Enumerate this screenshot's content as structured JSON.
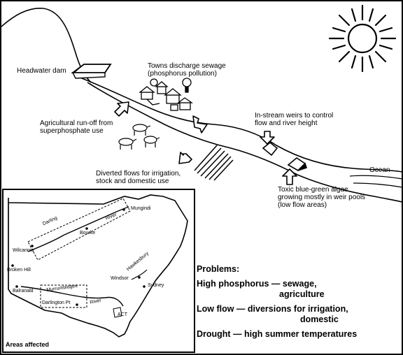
{
  "labels": {
    "headwater_dam": "Headwater dam",
    "towns_sewage": [
      "Towns discharge sewage",
      "(phosphorus pollution)"
    ],
    "agricultural_runoff": [
      "Agricultural run-off from",
      "superphosphate use"
    ],
    "instream_weirs": [
      "In-stream weirs to control",
      "flow and river height"
    ],
    "diverted_flows": [
      "Diverted flows for irrigation,",
      "stock and domestic use"
    ],
    "ocean": "Ocean",
    "toxic_algae": [
      "Toxic blue-green algae",
      "growing mostly in weir pools",
      "(low flow areas)"
    ]
  },
  "map": {
    "caption": "Areas affected",
    "places": {
      "mungindi": "Mungindi",
      "darling": "Darling",
      "river_top": "River",
      "bourke": "Bourke",
      "wilcannia": "Wilcannia",
      "broken_hill": "Broken Hill",
      "windsor": "Windsor",
      "hawkesbury": "Hawkesbury",
      "sydney": "Sydney",
      "balranald": "Balranald",
      "murrumbidgee": "Murrumbidgee",
      "darlington_pt": "Darlington Pt",
      "river_bottom": "River",
      "act": "ACT"
    }
  },
  "problems": {
    "title": "Problems:",
    "p1_head": "High phosphorus — sewage,",
    "p1_cont": "agriculture",
    "p2_head": "Low flow — diversions for irrigation,",
    "p2_cont": "domestic",
    "p3": "Drought — high summer temperatures"
  }
}
